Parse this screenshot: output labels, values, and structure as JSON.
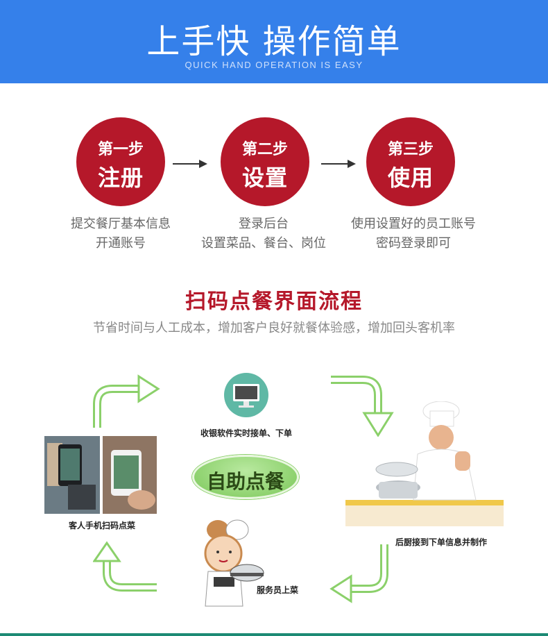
{
  "header": {
    "title": "上手快 操作简单",
    "subtitle": "QUICK HAND OPERATION IS EASY"
  },
  "steps": [
    {
      "num": "第一步",
      "name": "注册",
      "desc_line1": "提交餐厅基本信息",
      "desc_line2": "开通账号"
    },
    {
      "num": "第二步",
      "name": "设置",
      "desc_line1": "登录后台",
      "desc_line2": "设置菜品、餐台、岗位"
    },
    {
      "num": "第三步",
      "name": "使用",
      "desc_line1": "使用设置好的员工账号",
      "desc_line2": "密码登录即可"
    }
  ],
  "flow": {
    "title": "扫码点餐界面流程",
    "subtitle": "节省时间与人工成本，增加客户良好就餐体验感，增加回头客机率",
    "center_label": "自助点餐",
    "captions": {
      "cashier": "收银软件实时接单、下单",
      "customer": "客人手机扫码点菜",
      "kitchen": "后厨接到下单信息并制作",
      "waiter": "服务员上菜"
    }
  },
  "colors": {
    "header_bg": "#3580ea",
    "accent_red": "#b5182a",
    "arrow_green": "#8bd06a",
    "footer_line": "#1c8a74"
  }
}
